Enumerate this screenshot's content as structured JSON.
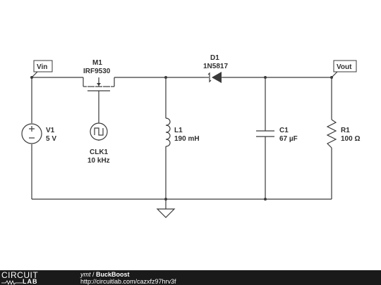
{
  "circuit": {
    "nodes": {
      "vin": "Vin",
      "vout": "Vout"
    },
    "components": {
      "m1": {
        "name": "M1",
        "value": "IRF9530"
      },
      "d1": {
        "name": "D1",
        "value": "1N5817"
      },
      "v1": {
        "name": "V1",
        "value": "5 V"
      },
      "clk1": {
        "name": "CLK1",
        "value": "10 kHz"
      },
      "l1": {
        "name": "L1",
        "value": "190 mH"
      },
      "c1": {
        "name": "C1",
        "value": "67 µF"
      },
      "r1": {
        "name": "R1",
        "value": "100 Ω"
      }
    }
  },
  "footer": {
    "logo_top": "CIRCUIT",
    "logo_bottom": "LAB",
    "user": "ymt",
    "separator": " / ",
    "title": "BuckBoost",
    "url": "http://circuitlab.com/cazxfz97hrv3f"
  }
}
